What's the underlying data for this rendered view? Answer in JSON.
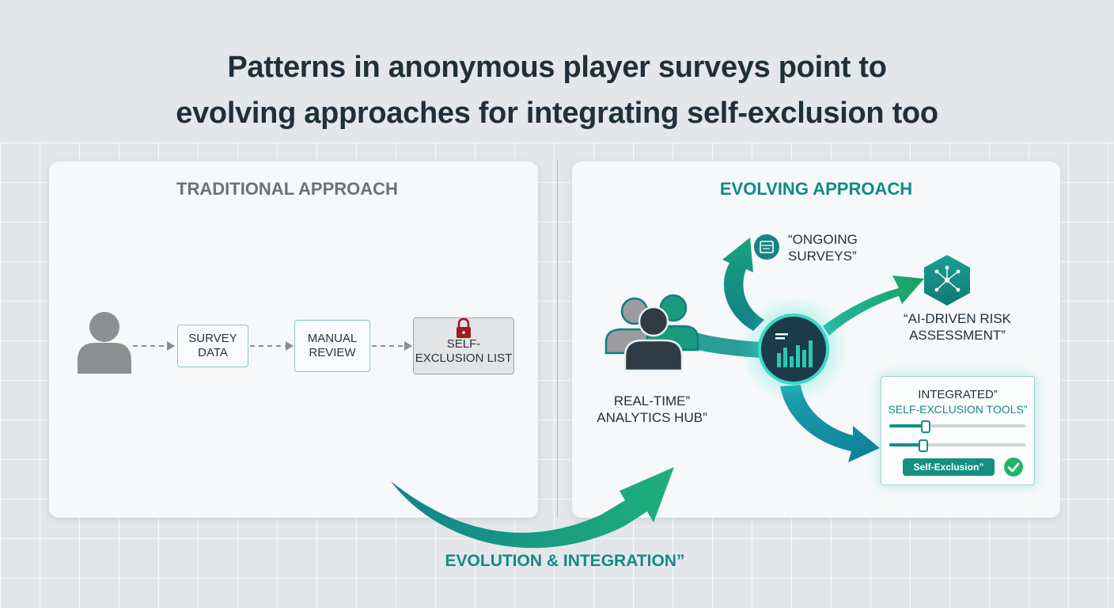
{
  "title": {
    "line1": "Patterns in anonymous player surveys point to",
    "line2": "evolving approaches for integrating self-exclusion too"
  },
  "traditional": {
    "heading": "TRADITIONAL APPROACH",
    "steps": [
      "SURVEY DATA",
      "MANUAL REVIEW",
      "SELF-EXCLUSION LIST"
    ]
  },
  "evolving": {
    "heading": "EVOLVING APPROACH",
    "surveys_line1": "“ONGOING",
    "surveys_line2": "SURVEYS”",
    "risk_line1": "“AI-DRIVEN RISK",
    "risk_line2": "ASSESSMENT”",
    "hub_line1": "REAL-TIME”",
    "hub_line2": "ANALYTICS HUB”",
    "tools_line1": "INTEGRATED”",
    "tools_line2": "SELF-EXCLUSION TOOLS”",
    "tools_button": "Self-Exclusion”",
    "slider_levels": [
      0.27,
      0.25
    ]
  },
  "bottom_label": "EVOLUTION & INTEGRATION”",
  "colors": {
    "teal": "#128a84",
    "green": "#23b565",
    "gray": "#8d8f91",
    "lock_red": "#9b1c22"
  },
  "icons": [
    "person-icon",
    "lock-icon",
    "group-icon",
    "survey-form-icon",
    "network-hexagon-icon",
    "bar-chart-icon",
    "check-icon"
  ]
}
